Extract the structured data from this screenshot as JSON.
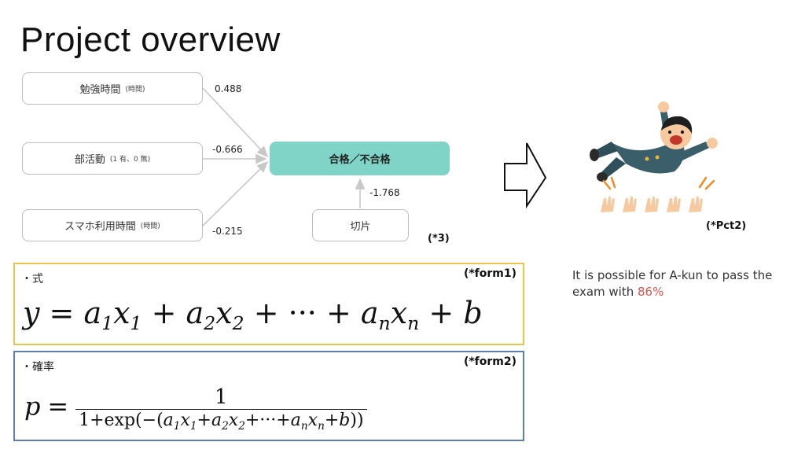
{
  "title": "Project overview",
  "diagram": {
    "inputs": [
      {
        "label": "勉強時間",
        "sub": "(時間)",
        "weight": "0.488"
      },
      {
        "label": "部活動",
        "sub": "(1 有、0 無)",
        "weight": "-0.666"
      },
      {
        "label": "スマホ利用時間",
        "sub": "(時間)",
        "weight": "-0.215"
      }
    ],
    "output": {
      "label": "合格／不合格"
    },
    "intercept": {
      "label": "切片",
      "weight": "-1.768"
    },
    "ref": "(*3)",
    "arrow_color": "#c8c8c8",
    "output_color": "#7fd3c7"
  },
  "illustration": {
    "ref": "(*Pct2)",
    "icon": "cheering-student-tossed-in-air"
  },
  "formula1": {
    "label": "・式",
    "ref": "(*form1)",
    "border_color": "#e8c54a"
  },
  "formula2": {
    "label": "・確率",
    "ref": "(*form2)",
    "border_color": "#5b7fb5"
  },
  "caption": {
    "text": "It is possible for A-kun to pass the exam with ",
    "percent": "86%"
  }
}
